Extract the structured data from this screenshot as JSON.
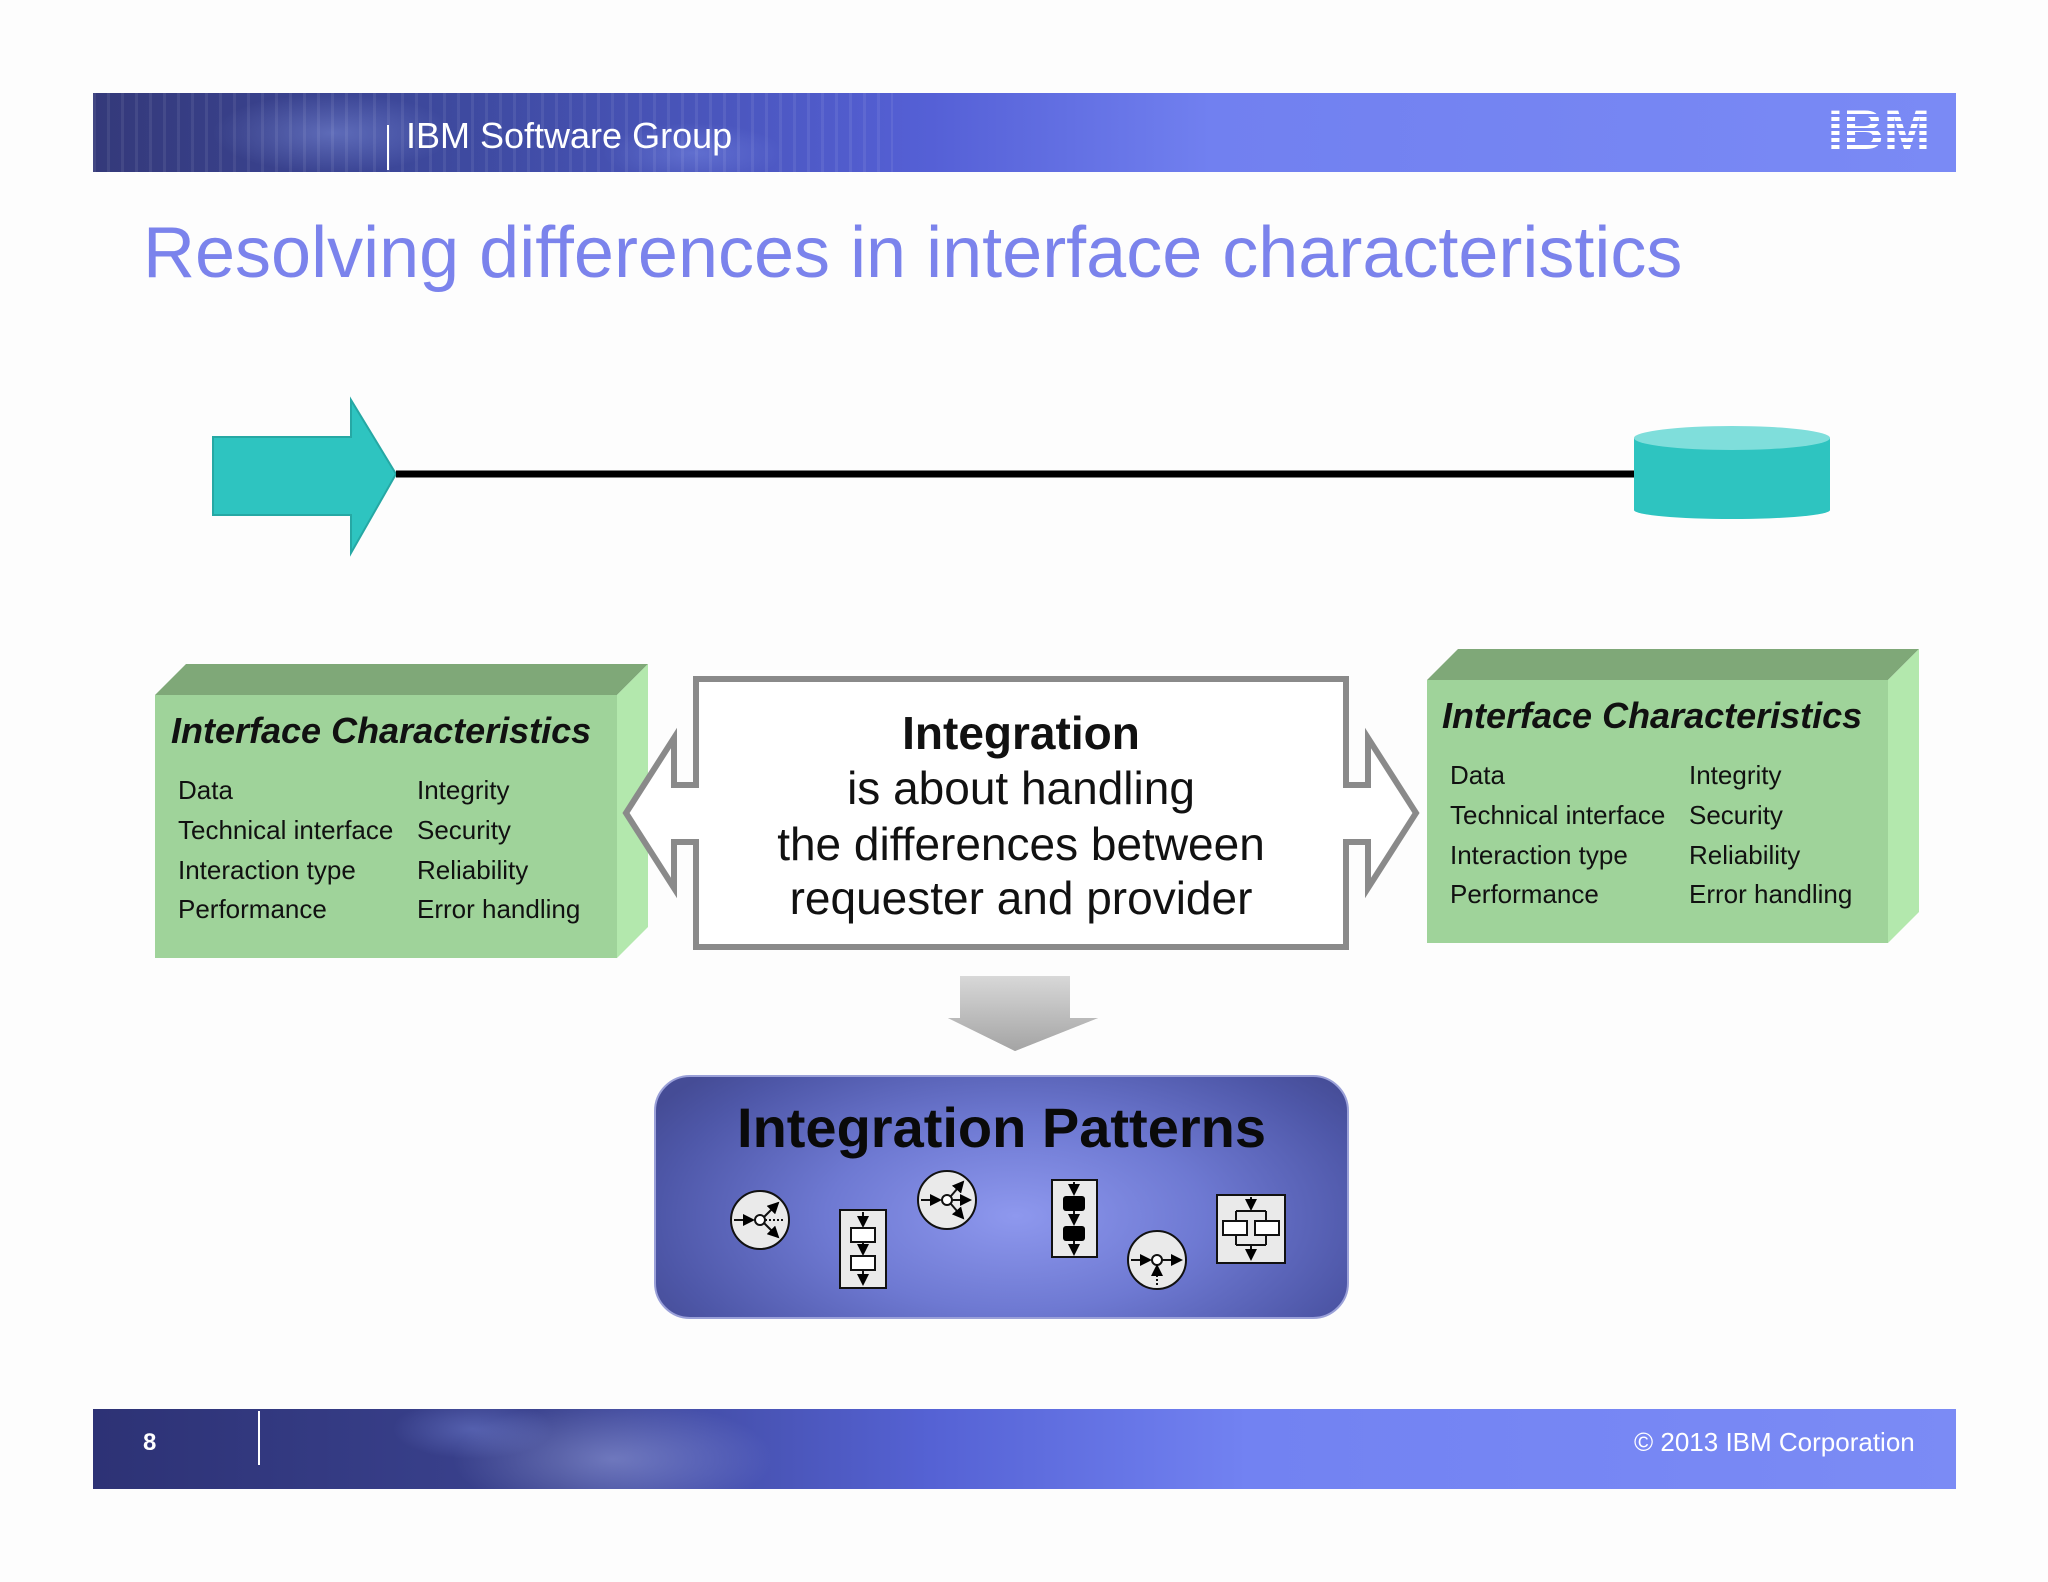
{
  "header": {
    "group_name": "IBM Software Group",
    "logo_text": "IBM"
  },
  "title": "Resolving differences in interface characteristics",
  "left_box": {
    "heading": "Interface Characteristics",
    "col1": [
      "Data",
      "Technical interface",
      "Interaction type",
      "Performance"
    ],
    "col2": [
      "Integrity",
      "Security",
      "Reliability",
      "Error handling"
    ]
  },
  "right_box": {
    "heading": "Interface Characteristics",
    "col1": [
      "Data",
      "Technical interface",
      "Interaction type",
      "Performance"
    ],
    "col2": [
      "Integrity",
      "Security",
      "Reliability",
      "Error handling"
    ]
  },
  "integration": {
    "heading": "Integration",
    "lines": [
      "is about handling",
      "the differences between",
      "requester and provider"
    ]
  },
  "patterns": {
    "title": "Integration Patterns"
  },
  "colors": {
    "title": "#7b83ec",
    "teal": "#2ec4c0",
    "box_green": "#9fd39a",
    "box_green_dark": "#7fa878",
    "box_green_light": "#b3e8ad"
  },
  "footer": {
    "page_number": "8",
    "copyright": "© 2013 IBM Corporation"
  }
}
